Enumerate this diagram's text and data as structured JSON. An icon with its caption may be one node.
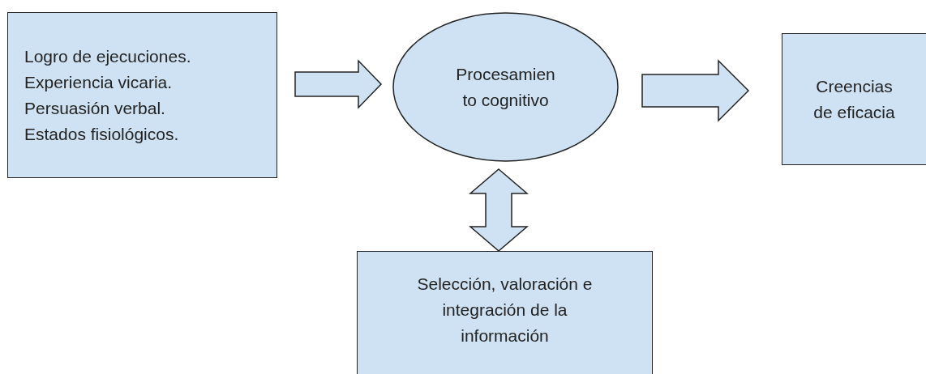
{
  "diagram": {
    "nodes": [
      {
        "text": [
          "Logro de ejecuciones.",
          "Experiencia vicaria.",
          "Persuasión verbal.",
          "Estados fisiológicos."
        ]
      },
      {
        "text": [
          "Procesamien to cognitivo"
        ]
      },
      {
        "text": [
          "Creencias de eficacia"
        ]
      },
      {
        "text": [
          "Selección, valoración e integración de la información"
        ]
      }
    ],
    "edges": [
      {
        "from": 0,
        "to": 1,
        "arrow": "to"
      },
      {
        "from": 1,
        "to": 2,
        "arrow": "to"
      },
      {
        "from": 1,
        "to": 3,
        "arrow": "both"
      }
    ]
  }
}
